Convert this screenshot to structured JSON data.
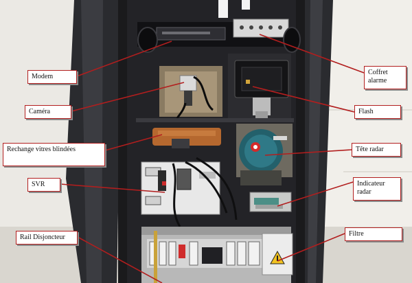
{
  "diagram": {
    "labels": {
      "modem": "Modem",
      "camera": "Caméra",
      "rechange": "Rechange vitres blindées",
      "svr": "SVR",
      "rail": "Rail Disjoncteur",
      "coffret": "Coffret alarme",
      "flash": "Flash",
      "tete_radar": "Tête radar",
      "indicateur": "Indicateur radar",
      "filtre": "Filtre"
    },
    "colors": {
      "callout_border": "#b21e1e",
      "leader_line": "#b21e1e",
      "cabinet_body": "#1a1a1c",
      "background": "#e9e7e2"
    }
  }
}
